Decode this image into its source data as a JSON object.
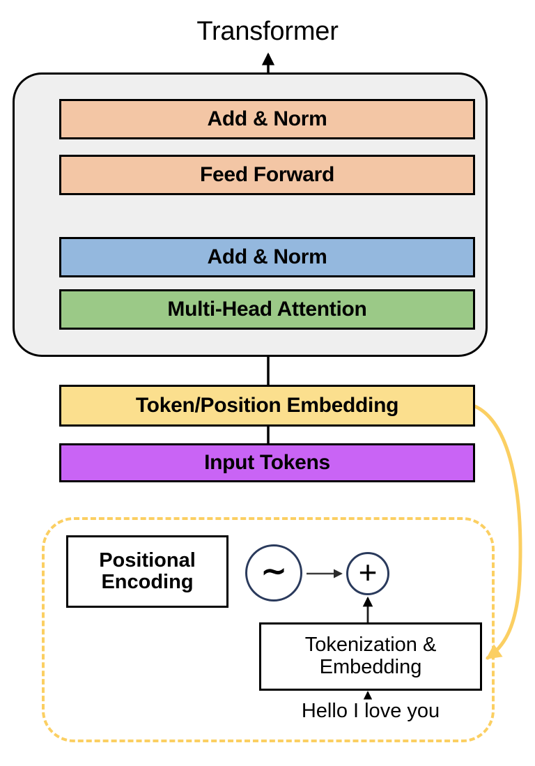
{
  "diagram": {
    "title": "Transformer",
    "encoder": {
      "blocks": [
        {
          "id": "add-norm-ffn",
          "label": "Add & Norm",
          "color": "#f3c6a5"
        },
        {
          "id": "feed-forward",
          "label": "Feed Forward",
          "color": "#f3c6a5"
        },
        {
          "id": "add-norm-attn",
          "label": "Add & Norm",
          "color": "#94b8de"
        },
        {
          "id": "multi-head",
          "label": "Multi-Head Attention",
          "color": "#9bc987"
        }
      ],
      "container_fill": "#efefef",
      "container_stroke": "#000000"
    },
    "input_stack": [
      {
        "id": "token-position-embedding",
        "label": "Token/Position Embedding",
        "color": "#fbdf8e"
      },
      {
        "id": "input-tokens",
        "label": "Input Tokens",
        "color": "#c964f5"
      }
    ],
    "detail": {
      "border_color": "#fbcf62",
      "positional_encoding": {
        "line1": "Positional",
        "line2": "Encoding"
      },
      "sine_node": {
        "glyph": "∼",
        "name": "sine-wave"
      },
      "plus_node": {
        "glyph": "+",
        "name": "addition"
      },
      "tokenization": {
        "line1": "Tokenization &",
        "line2": "Embedding"
      },
      "sample_text": "Hello I love you"
    },
    "colors": {
      "orange": "#f3c6a5",
      "blue": "#94b8de",
      "green": "#9bc987",
      "yellow": "#fbdf8e",
      "purple": "#c964f5",
      "dashed_yellow": "#fbcf62",
      "container_gray": "#efefef",
      "circle_stroke": "#2a3a5c",
      "line_black": "#000000"
    }
  }
}
